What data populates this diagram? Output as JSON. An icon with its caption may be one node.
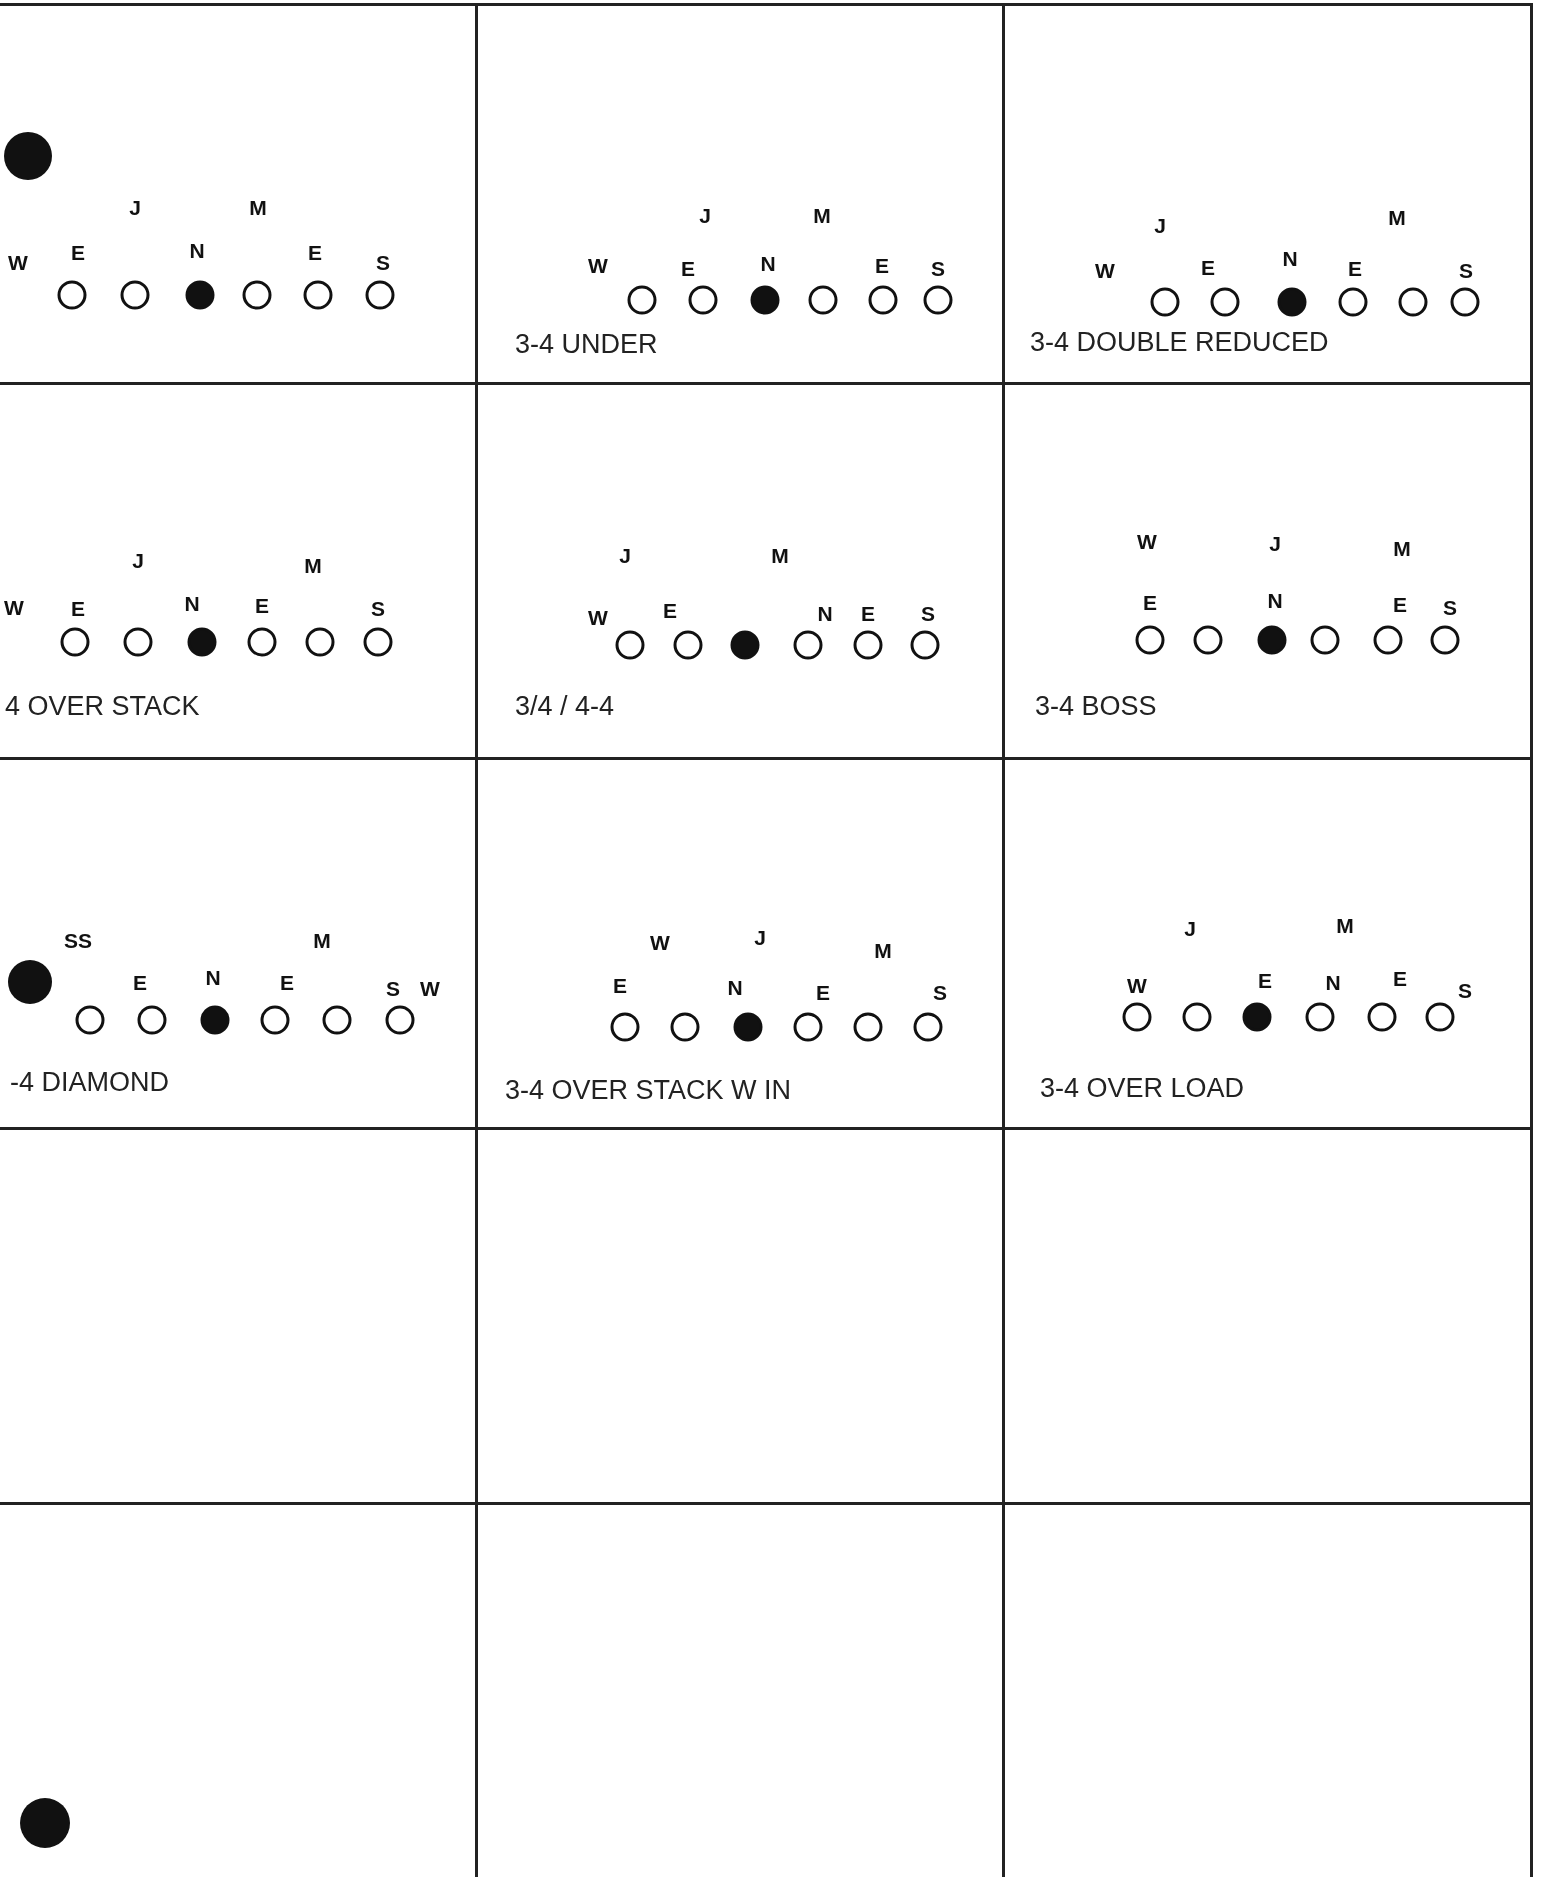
{
  "diagram": {
    "nodes": [
      {
        "text": [
          "J",
          "M",
          "W",
          "E",
          "N",
          "E",
          "S"
        ]
      },
      {
        "text": [
          "J",
          "M",
          "W",
          "E",
          "N",
          "E",
          "S",
          "3-4 UNDER"
        ]
      },
      {
        "text": [
          "J",
          "M",
          "W",
          "E",
          "N",
          "E",
          "S",
          "3-4 DOUBLE REDUCED"
        ]
      },
      {
        "text": [
          "J",
          "M",
          "W",
          "E",
          "N",
          "E",
          "S",
          "4 OVER STACK"
        ]
      },
      {
        "text": [
          "J",
          "M",
          "W",
          "E",
          "N",
          "E",
          "S",
          "3/4 / 4-4"
        ]
      },
      {
        "text": [
          "W",
          "J",
          "M",
          "E",
          "N",
          "E",
          "S",
          "3-4 BOSS"
        ]
      },
      {
        "text": [
          "SS",
          "M",
          "E",
          "N",
          "E",
          "S",
          "W",
          "-4 DIAMOND"
        ]
      },
      {
        "text": [
          "W",
          "J",
          "M",
          "E",
          "N",
          "E",
          "S",
          "3-4 OVER STACK W IN"
        ]
      },
      {
        "text": [
          "J",
          "M",
          "W",
          "E",
          "N",
          "E",
          "S",
          "3-4 OVER LOAD"
        ]
      },
      {
        "text": [],
        "shape": "box"
      },
      {
        "text": [],
        "shape": "box"
      },
      {
        "text": [],
        "shape": "box"
      },
      {
        "text": [],
        "shape": "box"
      },
      {
        "text": [],
        "shape": "box"
      },
      {
        "text": [],
        "shape": "box"
      }
    ]
  }
}
